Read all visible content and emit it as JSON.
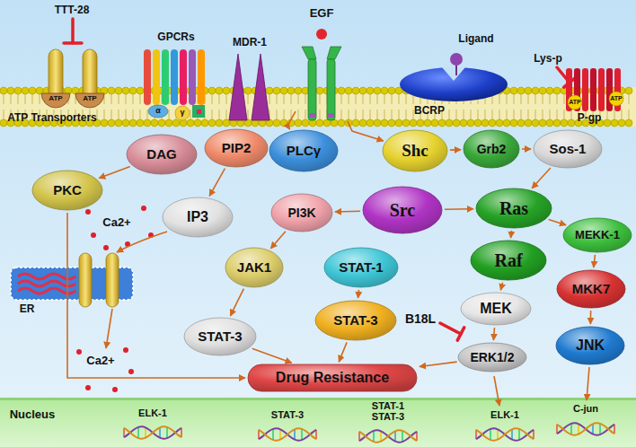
{
  "diagram": {
    "nodes": [
      {
        "text": [
          "EGF"
        ]
      },
      {
        "text": [
          "DAG"
        ]
      },
      {
        "text": [
          "PIP2"
        ]
      },
      {
        "text": [
          "PLCγ"
        ]
      },
      {
        "text": [
          "Shc"
        ]
      },
      {
        "text": [
          "Grb2"
        ]
      },
      {
        "text": [
          "Sos-1"
        ]
      },
      {
        "text": [
          "PKC"
        ]
      },
      {
        "text": [
          "IP3"
        ]
      },
      {
        "text": [
          "PI3K"
        ]
      },
      {
        "text": [
          "Src"
        ]
      },
      {
        "text": [
          "Ras"
        ]
      },
      {
        "text": [
          "MEKK-1"
        ]
      },
      {
        "text": [
          "JAK1"
        ]
      },
      {
        "text": [
          "STAT-1"
        ]
      },
      {
        "text": [
          "Raf"
        ]
      },
      {
        "text": [
          "MKK7"
        ]
      },
      {
        "text": [
          "STAT-3"
        ]
      },
      {
        "text": [
          "STAT-3"
        ]
      },
      {
        "text": [
          "MEK"
        ]
      },
      {
        "text": [
          "Drug Resistance"
        ]
      },
      {
        "text": [
          "ERK1/2"
        ]
      },
      {
        "text": [
          "JNK"
        ]
      }
    ],
    "edges": [
      {
        "from": 0,
        "to": 3,
        "arrow": "to"
      },
      {
        "from": 0,
        "to": 4,
        "arrow": "to"
      },
      {
        "from": 4,
        "to": 5,
        "arrow": "to"
      },
      {
        "from": 5,
        "to": 6,
        "arrow": "to"
      },
      {
        "from": 6,
        "to": 11,
        "arrow": "to"
      },
      {
        "from": 10,
        "to": 11,
        "arrow": "to"
      },
      {
        "from": 10,
        "to": 9,
        "arrow": "to"
      },
      {
        "from": 2,
        "to": 8,
        "arrow": "to"
      },
      {
        "from": 1,
        "to": 7,
        "arrow": "to"
      },
      {
        "from": 7,
        "to": 20,
        "arrow": "to"
      },
      {
        "from": 9,
        "to": 13,
        "arrow": "to"
      },
      {
        "from": 13,
        "to": 17,
        "arrow": "to"
      },
      {
        "from": 14,
        "to": 18,
        "arrow": "to"
      },
      {
        "from": 17,
        "to": 20,
        "arrow": "to"
      },
      {
        "from": 18,
        "to": 20,
        "arrow": "to"
      },
      {
        "from": 11,
        "to": 15,
        "arrow": "to"
      },
      {
        "from": 11,
        "to": 12,
        "arrow": "to"
      },
      {
        "from": 15,
        "to": 19,
        "arrow": "to"
      },
      {
        "from": 19,
        "to": 21,
        "arrow": "to"
      },
      {
        "from": 12,
        "to": 16,
        "arrow": "to"
      },
      {
        "from": 16,
        "to": 22,
        "arrow": "to"
      },
      {
        "from": 21,
        "to": 20,
        "arrow": "to"
      }
    ],
    "labels": [
      "TTT-28",
      "ATP",
      "ATP",
      "ATP Transporters",
      "GPCRs",
      "α",
      "γ",
      "MDR-1",
      "Ligand",
      "BCRP",
      "Lys-p",
      "ATP",
      "ATP",
      "P-gp",
      "Ca2+",
      "ER",
      "Ca2+",
      "B18L",
      "Nucleus",
      "ELK-1",
      "STAT-3",
      "STAT-1 STAT-3",
      "ELK-1",
      "C-jun"
    ]
  }
}
